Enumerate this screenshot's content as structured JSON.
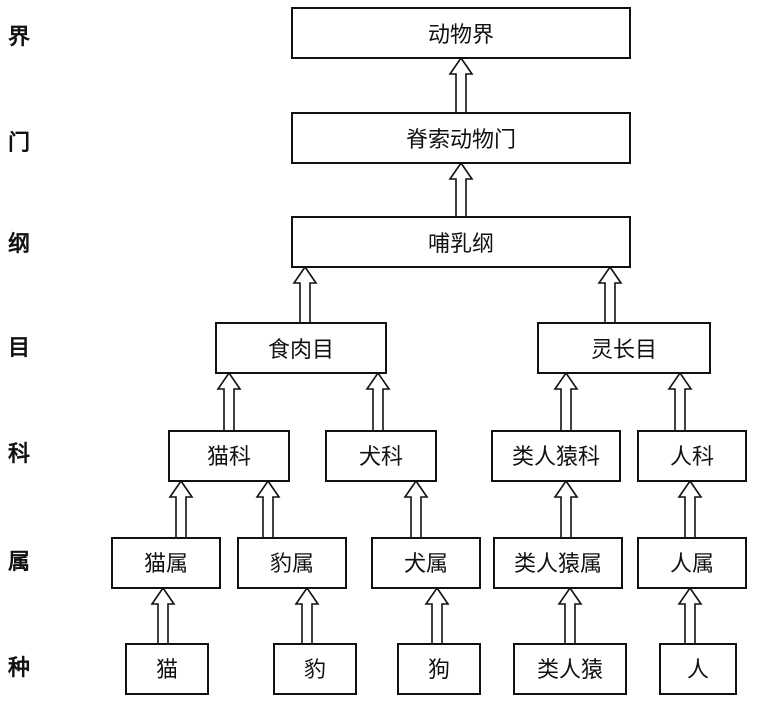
{
  "ranks": [
    "界",
    "门",
    "纲",
    "目",
    "科",
    "属",
    "种"
  ],
  "nodes": {
    "kingdom": "动物界",
    "phylum": "脊索动物门",
    "class": "哺乳纲",
    "order_carnivora": "食肉目",
    "order_primates": "灵长目",
    "family_felidae": "猫科",
    "family_canidae": "犬科",
    "family_pongidae": "类人猿科",
    "family_hominidae": "人科",
    "genus_felis": "猫属",
    "genus_panthera": "豹属",
    "genus_canis": "犬属",
    "genus_ape": "类人猿属",
    "genus_homo": "人属",
    "species_cat": "猫",
    "species_leopard": "豹",
    "species_dog": "狗",
    "species_ape": "类人猿",
    "species_human": "人"
  },
  "colors": {
    "line": "#111111",
    "background": "#ffffff"
  }
}
